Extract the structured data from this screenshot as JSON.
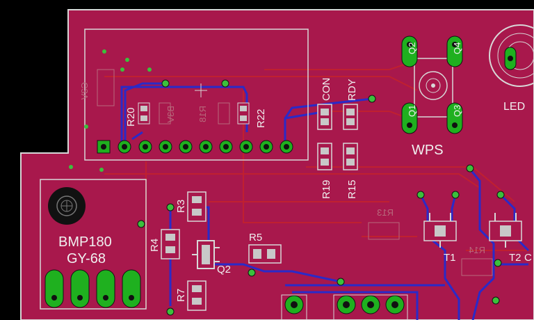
{
  "colors": {
    "background": "#000000",
    "board_fill": "#a8184c",
    "board_outline": "#d8d8d8",
    "top_trace": "#2a2ac8",
    "bottom_trace": "#c02030",
    "pad_green": "#1fb01f",
    "silkscreen": "#f0f0f0",
    "smd_pad": "#c8c8c8",
    "via_ring": "#3cc03c"
  },
  "labels": {
    "wps": "WPS",
    "led": "LED",
    "bmp": "BMP180",
    "gy": "GY-68",
    "con": "CON",
    "rdy": "RDY",
    "r19": "R19",
    "r15": "R15",
    "r20": "R20",
    "r22": "R22",
    "r3": "R3",
    "r4": "R4",
    "r5": "R5",
    "r7": "R7",
    "q2": "Q2",
    "t1": "T1",
    "t2": "T2",
    "c_cut": "C",
    "r13_dim": "R13",
    "r14_dim": "R14",
    "c3v_dim": "C3V",
    "b3_dim": "B3V",
    "r18_dim": "R18",
    "q2_top": "Q2",
    "q1_top": "Q1",
    "q3_bot": "Q3",
    "q4_top": "Q4"
  }
}
